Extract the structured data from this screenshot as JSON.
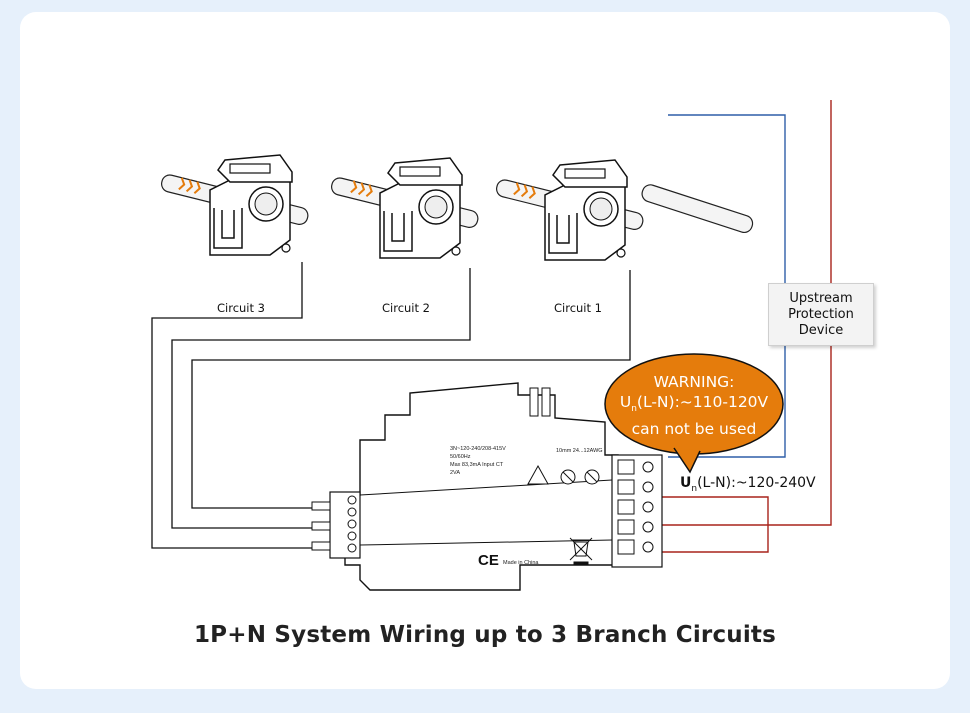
{
  "caption": "1P+N System Wiring up to 3 Branch Circuits",
  "circuits": [
    {
      "label": "Circuit 3"
    },
    {
      "label": "Circuit 2"
    },
    {
      "label": "Circuit 1"
    }
  ],
  "upstream": {
    "label": "Upstream\nProtection\nDevice"
  },
  "warning": {
    "line1": "WARNING:",
    "line2_prefix": "U",
    "line2_sub": "n",
    "line2_rest": "(L-N):~110-120V",
    "line3": "can not be used"
  },
  "voltage": {
    "prefix": "U",
    "sub": "n",
    "rest": "(L-N):~120-240V"
  },
  "meter": {
    "spec_lines": [
      "3N~120-240/208-415V",
      "50/60Hz",
      "Max 83,3mA Input CT",
      "2VA"
    ],
    "wire_spec": "10mm  24...12AWG",
    "made_in": "Made in China",
    "ce_mark": "CE"
  },
  "colors": {
    "accent": "#e57c0c",
    "neutral_wire": "#2f5fa8",
    "live_wire": "#a8231b",
    "background": "#e6f0fb"
  }
}
